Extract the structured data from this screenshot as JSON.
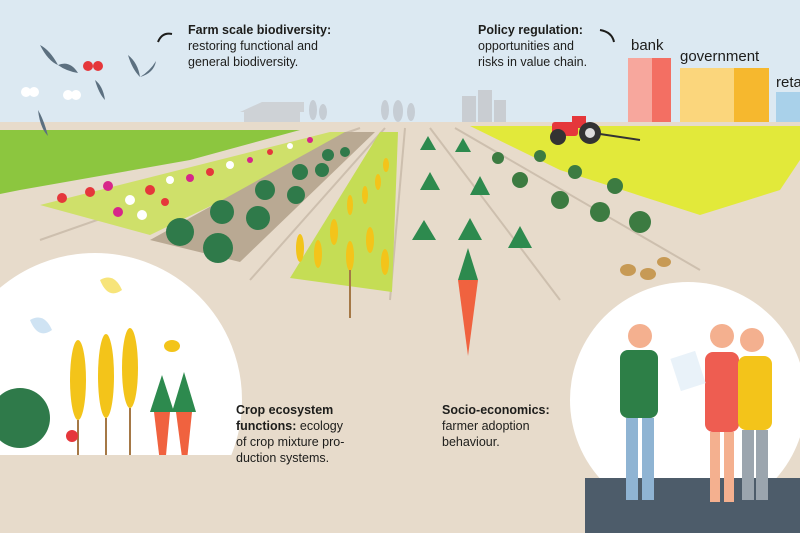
{
  "farm_scale": {
    "heading": "Farm scale biodiversity:",
    "line1": "restoring functional and",
    "line2": "general biodiversity."
  },
  "policy": {
    "heading": "Policy regulation:",
    "line1": "opportunities and",
    "line2": "risks in value chain."
  },
  "value_chain_bars": {
    "bank": "bank",
    "government": "government",
    "retail": "reta"
  },
  "crop_ecosystem": {
    "heading_line1": "Crop ecosystem",
    "heading_line2": "functions:",
    "line2_rest": " ecology",
    "line3": "of crop mixture pro-",
    "line4": "duction systems."
  },
  "socio": {
    "heading": "Socio-economics:",
    "line1": "farmer adoption",
    "line2": "behaviour."
  },
  "colors": {
    "sky": "#dce9f2",
    "soil": "#e7dbcb",
    "field_green": "#8cc63f",
    "field_yellow": "#e2e93a",
    "bank_bar": "#f48a7e",
    "government_bar": "#f9c444",
    "retail_bar": "#9fcbe6",
    "tractor": "#e5373b"
  }
}
